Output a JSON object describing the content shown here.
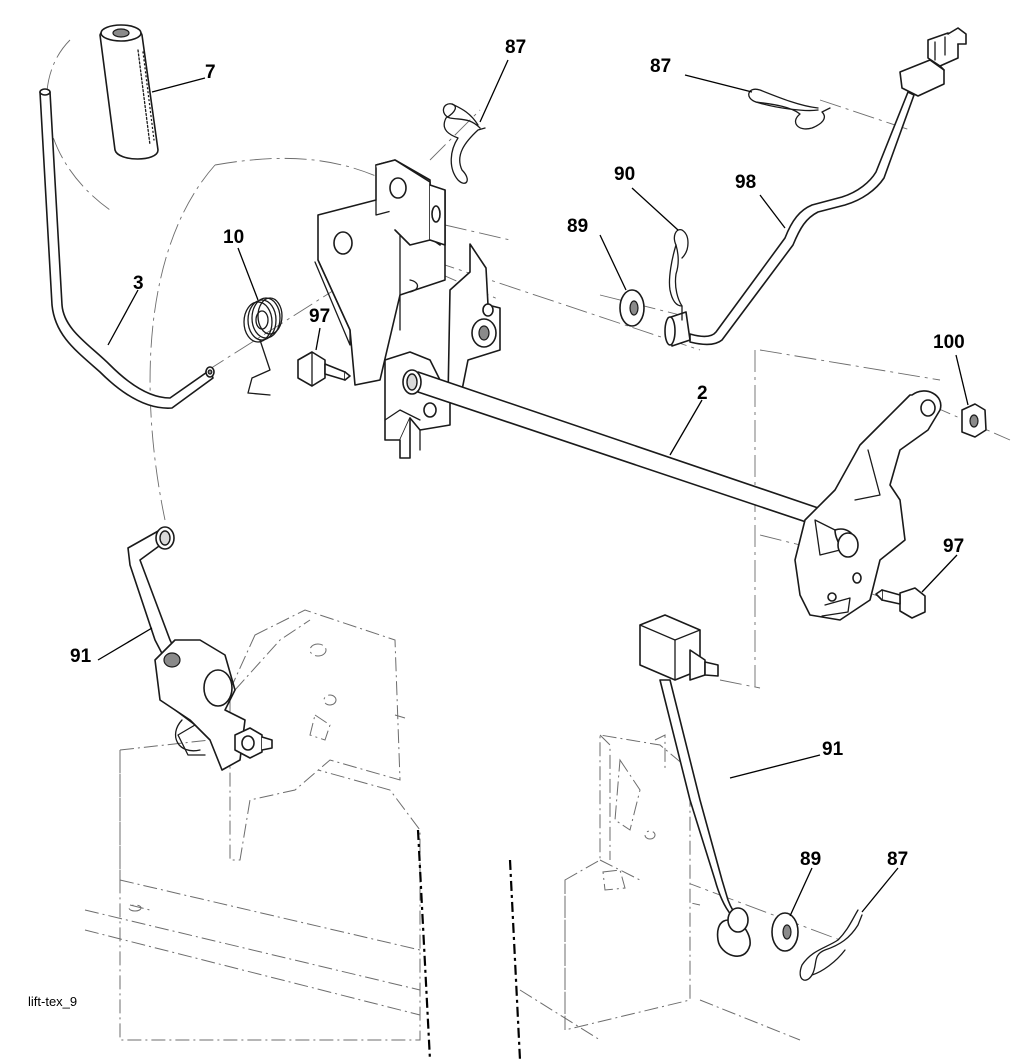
{
  "figure": {
    "caption": "lift-tex_9"
  },
  "callouts": {
    "c7": "7",
    "c87_top": "87",
    "c87_right": "87",
    "c90": "90",
    "c98": "98",
    "c89_top": "89",
    "c10": "10",
    "c3": "3",
    "c97_left": "97",
    "c100": "100",
    "c2": "2",
    "c97_right": "97",
    "c91_left": "91",
    "c91_right": "91",
    "c89_bottom": "89",
    "c87_bottom": "87"
  }
}
